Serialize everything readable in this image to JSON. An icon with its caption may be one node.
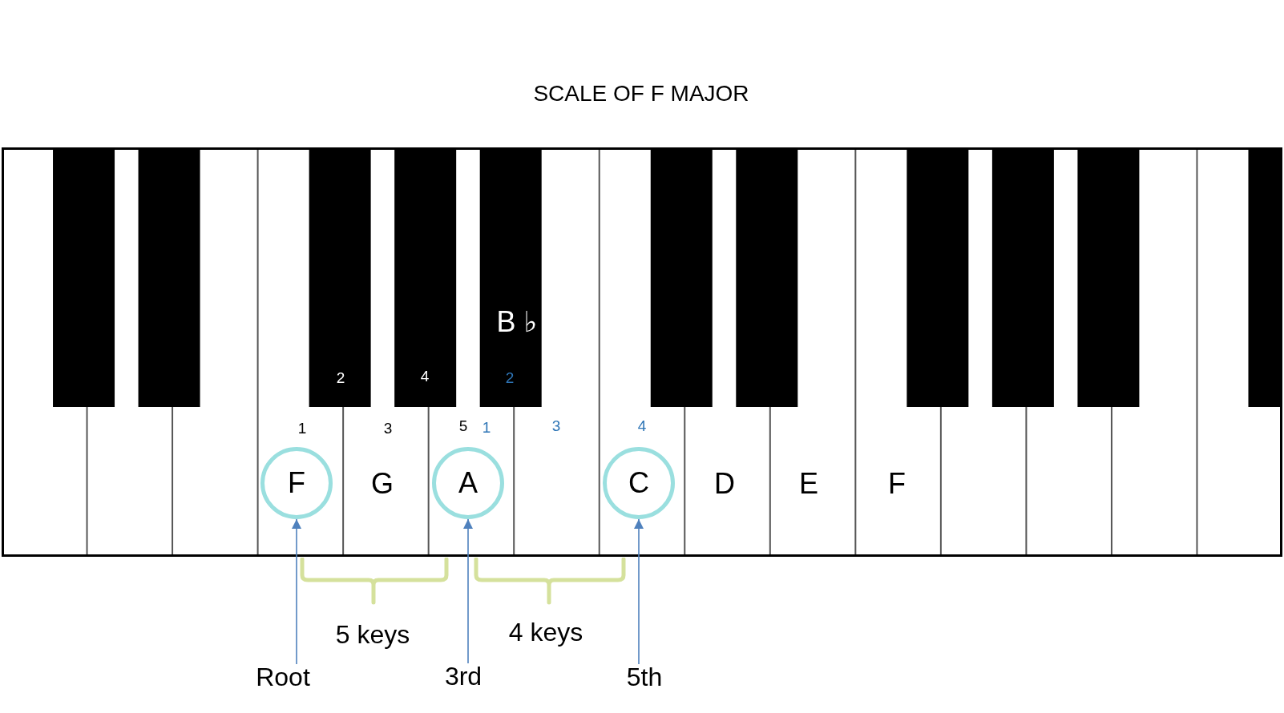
{
  "diagram": {
    "title": "SCALE OF F MAJOR",
    "nodes": [
      {
        "text": [
          "F"
        ]
      },
      {
        "text": [
          "A"
        ]
      },
      {
        "text": [
          "C"
        ]
      },
      {
        "text": [
          "Root"
        ]
      },
      {
        "text": [
          "3rd"
        ]
      },
      {
        "text": [
          "5th"
        ]
      }
    ],
    "edges": [
      {
        "from": 3,
        "to": 0,
        "arrow": "to"
      },
      {
        "from": 4,
        "to": 1,
        "arrow": "to"
      },
      {
        "from": 5,
        "to": 2,
        "arrow": "to"
      }
    ],
    "labels": [
      "B ♭",
      "2",
      "4",
      "2",
      "1",
      "3",
      "5",
      "1",
      "3",
      "4",
      "G",
      "D",
      "E",
      "F",
      "5 keys",
      "4 keys"
    ]
  }
}
